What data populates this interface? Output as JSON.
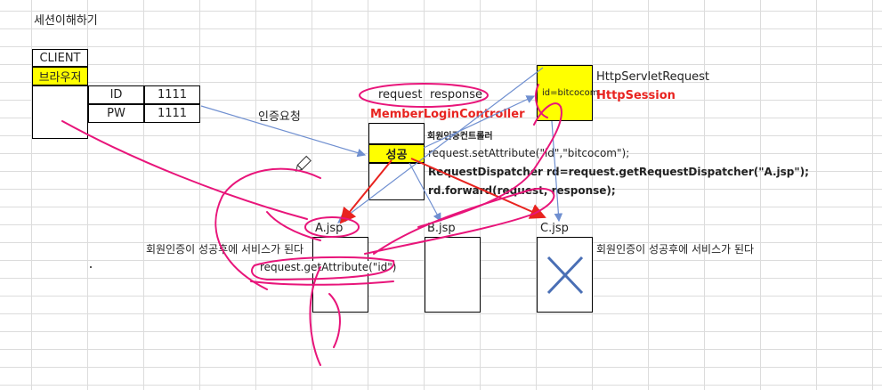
{
  "sheet": {
    "title": "세션이해하기"
  },
  "client": {
    "header": "CLIENT",
    "browser": "브라우저",
    "fields": [
      {
        "label": "ID",
        "value": "1111"
      },
      {
        "label": "PW",
        "value": "1111"
      }
    ],
    "auth_request_label": "인증요청"
  },
  "controller": {
    "params": [
      "request",
      "response"
    ],
    "name": "MemberLoginController",
    "subtitle": "회원인증컨트롤러",
    "success_label": "성공",
    "code_lines": [
      "request.setAttribute(\"id\",\"bitcocom\");",
      "RequestDispatcher rd=request.getRequestDispatcher(\"A.jsp\");",
      "rd.forward(request, response);"
    ]
  },
  "session": {
    "content": "id=bitcocom",
    "request_label": "HttpServletRequest",
    "session_label": "HttpSession"
  },
  "pages": {
    "a": {
      "label": "A.jsp",
      "code": "request.getAttribute(\"id\")"
    },
    "b": {
      "label": "B.jsp"
    },
    "c": {
      "label": "C.jsp"
    }
  },
  "notes": {
    "left": "회원인증이 성공후에 서비스가 된다",
    "right": "회원인증이 성공후에 서비스가 된다"
  },
  "colors": {
    "highlight": "#ffff00",
    "accent_red": "#e8231f",
    "annotation": "#e8157a",
    "arrow_blue": "#6f8fd0"
  }
}
